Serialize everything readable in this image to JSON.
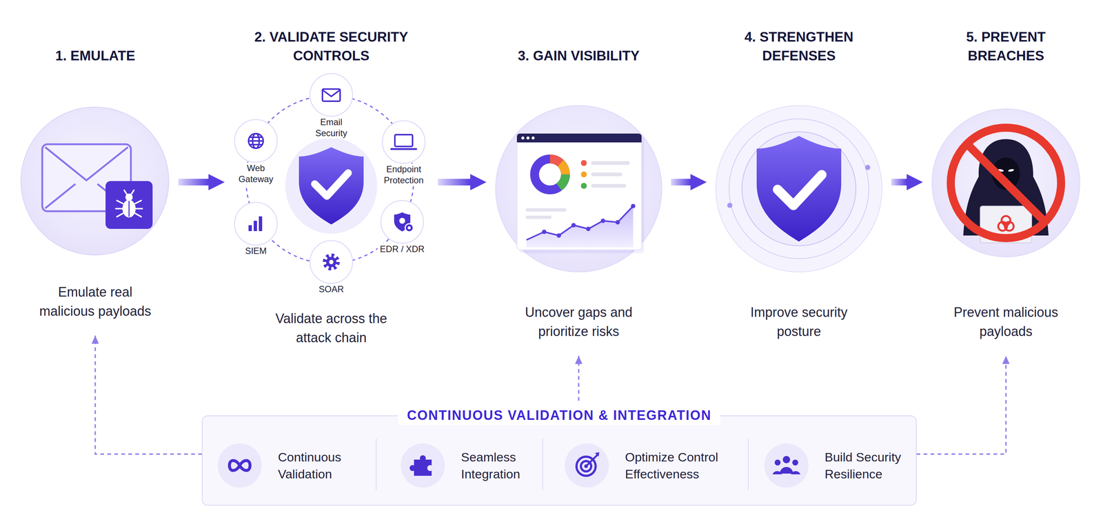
{
  "diagram": {
    "nodes": [
      {
        "text": [
          "1. EMULATE",
          "Emulate real malicious payloads"
        ]
      },
      {
        "text": [
          "2. VALIDATE SECURITY CONTROLS",
          "Validate across the attack chain"
        ]
      },
      {
        "text": [
          "Email Security"
        ],
        "in": 1
      },
      {
        "text": [
          "Endpoint Protection"
        ],
        "in": 1
      },
      {
        "text": [
          "EDR / XDR"
        ],
        "in": 1
      },
      {
        "text": [
          "SOAR"
        ],
        "in": 1
      },
      {
        "text": [
          "SIEM"
        ],
        "in": 1
      },
      {
        "text": [
          "Web Gateway"
        ],
        "in": 1
      },
      {
        "text": [
          "3. GAIN VISIBILITY",
          "Uncover gaps and prioritize risks"
        ]
      },
      {
        "text": [
          "4. STRENGTHEN DEFENSES",
          "Improve security posture"
        ]
      },
      {
        "text": [
          "5. PREVENT BREACHES",
          "Prevent malicious payloads"
        ]
      },
      {
        "text": [
          "CONTINUOUS VALIDATION & INTEGRATION"
        ]
      },
      {
        "text": [
          "Continuous Validation"
        ],
        "in": 11
      },
      {
        "text": [
          "Seamless Integration"
        ],
        "in": 11
      },
      {
        "text": [
          "Optimize Control Effectiveness"
        ],
        "in": 11
      },
      {
        "text": [
          "Build Security Resilience"
        ],
        "in": 11
      }
    ],
    "edges": [
      {
        "from": 0,
        "to": 1,
        "arrow": "to"
      },
      {
        "from": 1,
        "to": 8,
        "arrow": "to"
      },
      {
        "from": 8,
        "to": 9,
        "arrow": "to"
      },
      {
        "from": 9,
        "to": 10,
        "arrow": "to"
      },
      {
        "from": 11,
        "to": 0,
        "arrow": "to"
      },
      {
        "from": 11,
        "to": 8,
        "arrow": "to"
      },
      {
        "from": 11,
        "to": 10,
        "arrow": "to"
      }
    ]
  }
}
